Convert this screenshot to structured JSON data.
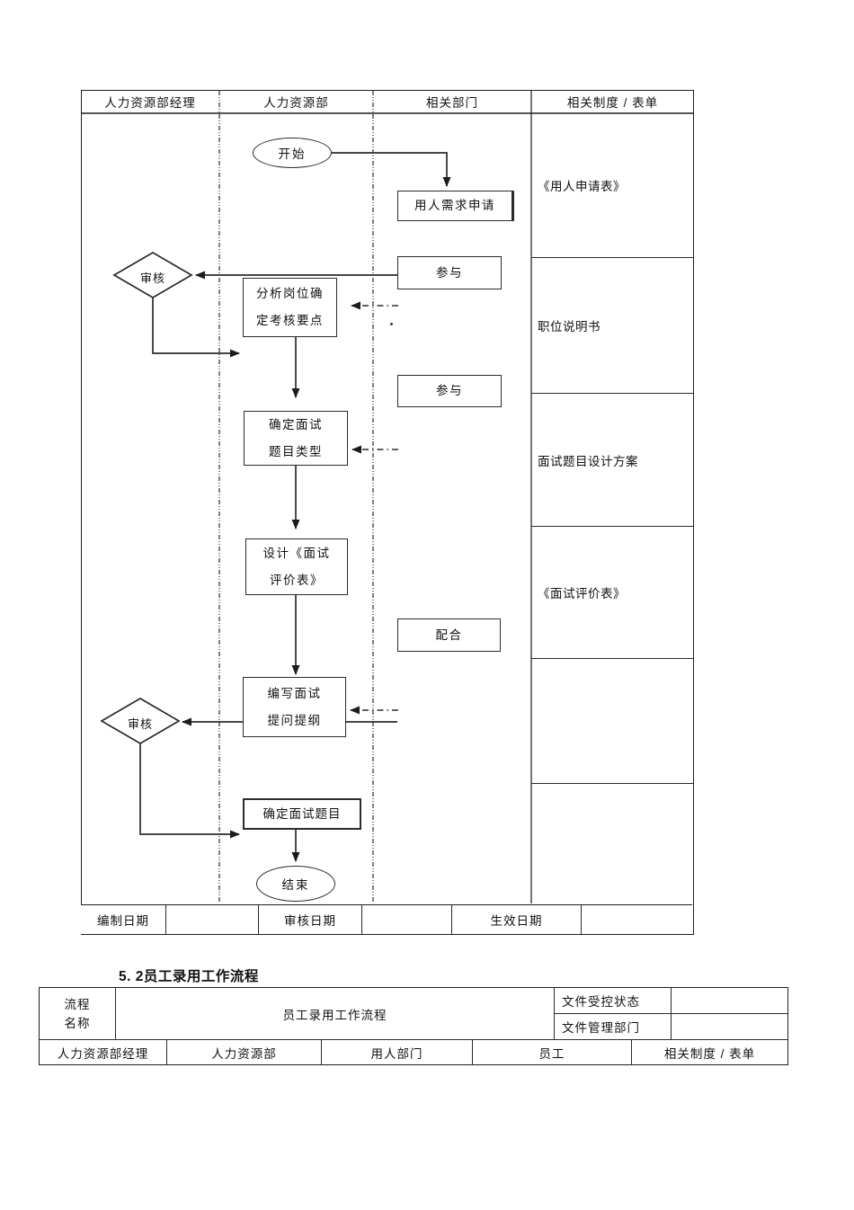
{
  "page": {
    "heading_5_2": "5. 2员工录用工作流程"
  },
  "flowchart": {
    "headers": {
      "lane1": "人力资源部经理",
      "lane2": "人力资源部",
      "lane3": "相关部门",
      "lane4": "相关制度 / 表单"
    },
    "nodes": {
      "start": "开始",
      "demand": "用人需求申请",
      "participate1": "参与",
      "review1": "审核",
      "analyze": "分析岗位确\n定考核要点",
      "participate2": "参与",
      "question_type": "确定面试\n题目类型",
      "design_form": "设计《面试\n评价表》",
      "cooperate": "配合",
      "outline": "编写面试\n提问提纲",
      "review2": "审核",
      "confirm_questions": "确定面试题目",
      "end": "结束"
    },
    "documents": {
      "row1": "《用人申请表》",
      "row2": "职位说明书",
      "row3": "面试题目设计方案",
      "row4": "《面试评价表》",
      "row5": "",
      "row6": ""
    },
    "footer": {
      "label1": "编制日期",
      "value1": "",
      "label2": "审核日期",
      "value2": "",
      "label3": "生效日期",
      "value3": ""
    }
  },
  "info_table": {
    "name_label": "流程\n名称",
    "name_value": "员工录用工作流程",
    "controlled_label": "文件受控状态",
    "controlled_value": "",
    "managing_label": "文件管理部门",
    "managing_value": "",
    "lanes": {
      "lane1": "人力资源部经理",
      "lane2": "人力资源部",
      "lane3": "用人部门",
      "lane4": "员工",
      "lane5": "相关制度 / 表单"
    }
  }
}
